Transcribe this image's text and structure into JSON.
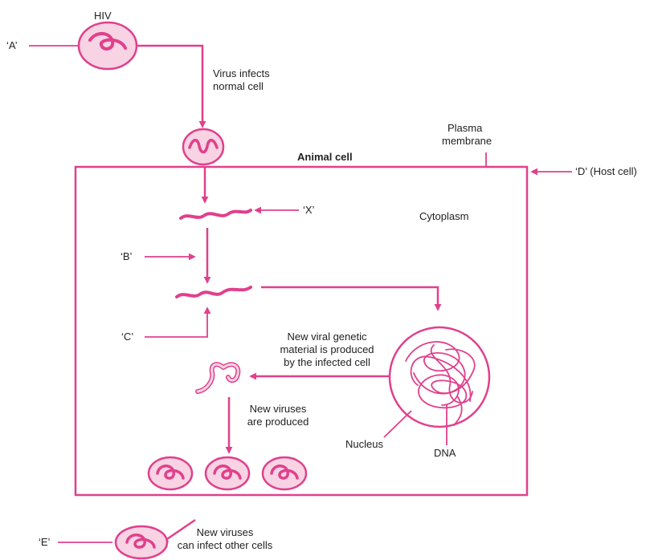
{
  "colors": {
    "accent": "#e0408c",
    "fill": "#f7d3e3",
    "text": "#222222"
  },
  "labels": {
    "hiv": "HIV",
    "a": "‘A’",
    "virus_infects_1": "Virus infects",
    "virus_infects_2": "normal cell",
    "plasma_1": "Plasma",
    "plasma_2": "membrane",
    "animal_cell": "Animal cell",
    "d": "‘D’ (Host cell)",
    "x": "‘X’",
    "cytoplasm": "Cytoplasm",
    "b": "‘B’",
    "c": "‘C’",
    "new_genetic_1": "New viral genetic",
    "new_genetic_2": "material is produced",
    "new_genetic_3": "by the infected cell",
    "new_viruses_1": "New viruses",
    "new_viruses_2": "are produced",
    "nucleus": "Nucleus",
    "dna": "DNA",
    "e": "‘E’",
    "infect_other_1": "New viruses",
    "infect_other_2": "can infect other cells"
  }
}
